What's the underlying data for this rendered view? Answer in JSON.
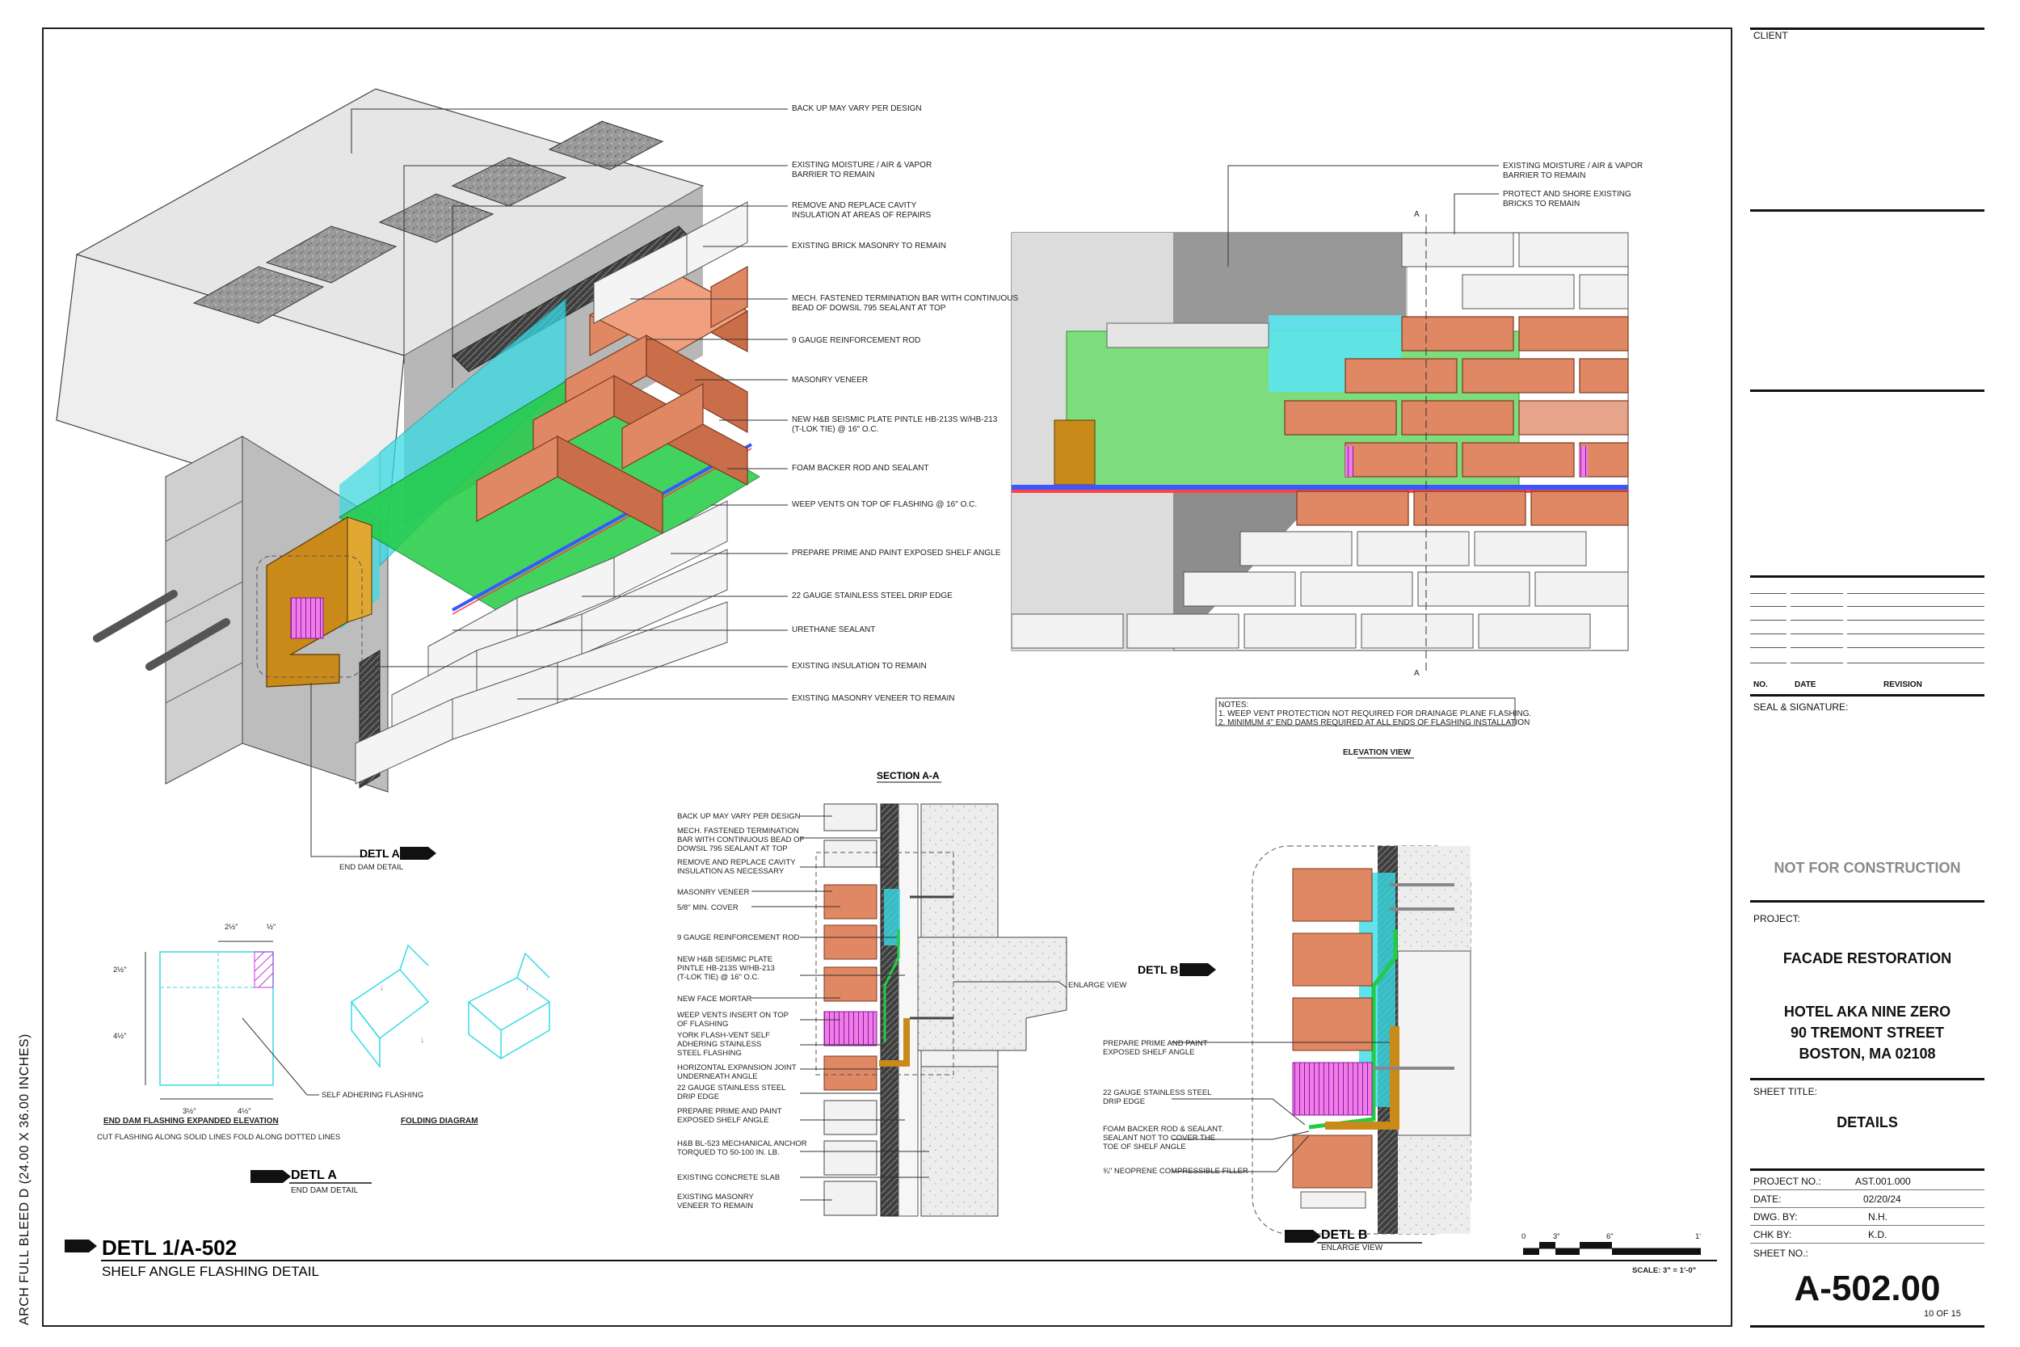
{
  "sheet": {
    "side_text": "ARCH FULL BLEED D (24.00 X 36.00 INCHES)"
  },
  "iso": {
    "callouts": [
      "BACK UP MAY VARY PER DESIGN",
      "EXISTING MOISTURE / AIR & VAPOR",
      "BARRIER TO REMAIN",
      "REMOVE AND REPLACE CAVITY",
      "INSULATION AT AREAS OF REPAIRS",
      "EXISTING BRICK MASONRY TO REMAIN",
      "MECH. FASTENED TERMINATION BAR WITH CONTINUOUS",
      "BEAD OF DOWSIL 795 SEALANT AT TOP",
      "9 GAUGE REINFORCEMENT ROD",
      "MASONRY VENEER",
      "NEW H&B SEISMIC PLATE PINTLE HB-213S W/HB-213",
      "(T-LOK TIE) @ 16\" O.C.",
      "FOAM BACKER ROD AND SEALANT",
      "WEEP VENTS ON TOP OF FLASHING @ 16\" O.C.",
      "PREPARE PRIME AND PAINT EXPOSED SHELF ANGLE",
      "22 GAUGE STAINLESS STEEL DRIP EDGE",
      "URETHANE SEALANT",
      "EXISTING INSULATION TO REMAIN",
      "EXISTING MASONRY VENEER TO REMAIN"
    ],
    "detl_a_tag": "DETL A",
    "detl_a_sub": "END DAM DETAIL"
  },
  "elevation": {
    "callout_1a": "EXISTING MOISTURE / AIR & VAPOR",
    "callout_1b": "BARRIER TO REMAIN",
    "callout_2a": "PROTECT AND SHORE EXISTING",
    "callout_2b": "BRICKS TO REMAIN",
    "section_marker": "A",
    "notes_head": "NOTES:",
    "note1": "1.  WEEP VENT PROTECTION NOT REQUIRED FOR DRAINAGE PLANE FLASHING.",
    "note2": "2.  MINIMUM 4\" END DAMS REQUIRED AT ALL ENDS OF FLASHING INSTALLATION",
    "title": "ELEVATION VIEW"
  },
  "end_dam": {
    "dims": [
      "2½\"",
      "½\"",
      "2½\"",
      "4½\"",
      "3½\"",
      "4½\""
    ],
    "callout": "SELF ADHERING FLASHING",
    "title1": "END DAM FLASHING EXPANDED ELEVATION",
    "sub1": "CUT FLASHING ALONG SOLID LINES FOLD ALONG DOTTED LINES",
    "title2": "FOLDING DIAGRAM",
    "detl_tag": "DETL A",
    "detl_sub": "END DAM DETAIL"
  },
  "section": {
    "title": "SECTION A-A",
    "callouts": [
      [
        "BACK UP MAY VARY PER DESIGN"
      ],
      [
        "MECH. FASTENED TERMINATION",
        "BAR WITH CONTINUOUS BEAD OF",
        "DOWSIL 795 SEALANT AT TOP"
      ],
      [
        "REMOVE AND REPLACE CAVITY",
        "INSULATION AS NECESSARY"
      ],
      [
        "MASONRY VENEER"
      ],
      [
        "5/8\" MIN. COVER"
      ],
      [
        "9 GAUGE REINFORCEMENT ROD"
      ],
      [
        "NEW H&B SEISMIC PLATE",
        "PINTLE HB-213S W/HB-213",
        "(T-LOK TIE) @ 16\" O.C."
      ],
      [
        "NEW FACE MORTAR"
      ],
      [
        "WEEP VENTS INSERT ON TOP",
        "OF FLASHING"
      ],
      [
        "YORK FLASH-VENT SELF",
        "ADHERING STAINLESS",
        "STEEL FLASHING"
      ],
      [
        "HORIZONTAL EXPANSION JOINT",
        "UNDERNEATH ANGLE"
      ],
      [
        "22 GAUGE STAINLESS STEEL",
        "DRIP EDGE"
      ],
      [
        "PREPARE PRIME AND PAINT",
        "EXPOSED SHELF ANGLE"
      ],
      [
        "H&B BL-523 MECHANICAL ANCHOR",
        "TORQUED TO 50-100 IN. LB."
      ],
      [
        "EXISTING CONCRETE SLAB"
      ],
      [
        "EXISTING MASONRY",
        "VENEER TO REMAIN"
      ]
    ],
    "detl_b_tag": "DETL B",
    "enlarge": "ENLARGE VIEW"
  },
  "enlarge_view": {
    "callout1a": "PREPARE PRIME AND PAINT",
    "callout1b": "EXPOSED SHELF ANGLE",
    "callout2a": "22 GAUGE STAINLESS STEEL",
    "callout2b": "DRIP EDGE",
    "callout3a": "FOAM BACKER ROD & SEALANT.",
    "callout3b": "SEALANT NOT TO COVER THE",
    "callout3c": "TOE OF SHELF ANGLE",
    "callout4": "¾\" NEOPRENE COMPRESSIBLE FILLER",
    "detl_tag": "DETL B",
    "detl_sub": "ENLARGE VIEW"
  },
  "main_title": {
    "tag": "DETL 1/A-502",
    "sub": "SHELF ANGLE FLASHING DETAIL"
  },
  "scale_bar": {
    "ticks": [
      "0",
      "3\"",
      "6\"",
      "1'"
    ],
    "label": "SCALE: 3\" = 1'-0\""
  },
  "title_block": {
    "client_label": "CLIENT",
    "rev_no": "NO.",
    "rev_date": "DATE",
    "rev_revision": "REVISION",
    "seal_label": "SEAL & SIGNATURE:",
    "not_for_construction": "NOT FOR CONSTRUCTION",
    "project_label": "PROJECT:",
    "project_name": "FACADE RESTORATION",
    "address1": "HOTEL AKA NINE ZERO",
    "address2": "90 TREMONT STREET",
    "address3": "BOSTON, MA 02108",
    "sheet_title_label": "SHEET TITLE:",
    "sheet_title": "DETAILS",
    "project_no_label": "PROJECT NO.:",
    "project_no": "AST.001.000",
    "date_label": "DATE:",
    "date": "02/20/24",
    "dwg_by_label": "DWG. BY:",
    "dwg_by": "N.H.",
    "chk_by_label": "CHK BY:",
    "chk_by": "K.D.",
    "sheet_no_label": "SHEET NO.:",
    "sheet_no": "A-502.00",
    "sheet_count_cur": "10",
    "sheet_count_of": "OF",
    "sheet_count_total": "15"
  },
  "colors": {
    "brick": "#e08763",
    "brick_stroke": "#7a3a22",
    "cmu": "#d3d3d3",
    "flashing_green": "#22cc44",
    "barrier_cyan": "#37dbe4",
    "shelf_angle": "#c98a1a",
    "weep_magenta": "#c43bd8"
  }
}
